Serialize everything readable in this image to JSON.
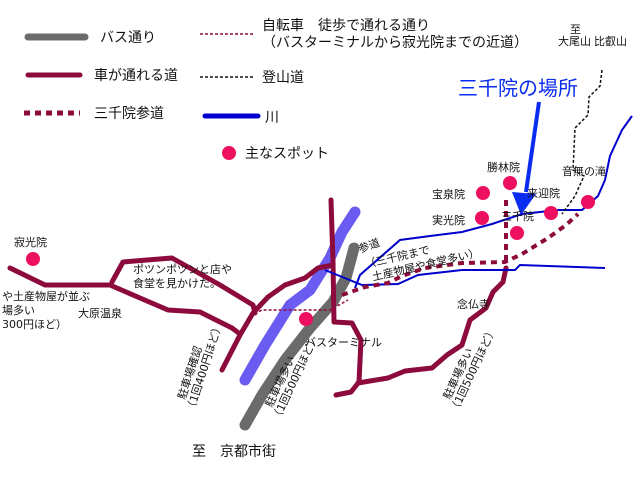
{
  "legend": {
    "bus_road": "バス通り",
    "car_road": "車が通れる道",
    "sando": "三千院参道",
    "bicycle_line1": "自転車　徒歩で通れる通り",
    "bicycle_line2": "（バスターミナルから寂光院までの近道）",
    "mountain_path": "登山道",
    "river": "川",
    "spot": "主なスポット"
  },
  "title": "三千院の場所",
  "directions": {
    "north_to": "至",
    "north_dest1": "大尾山",
    "north_dest2": "比叡山",
    "south": "至　京都市街"
  },
  "spots": {
    "jakkoin": "寂光院",
    "shorinin": "勝林院",
    "hosenin": "宝泉院",
    "raigoin": "来迎院",
    "jikkoin": "実光院",
    "sanzenin": "三千院",
    "otonashi": "音無の滝",
    "nenbutsuji": "念仏寺",
    "bus_terminal": "バスターミナル",
    "onsen": "大原温泉"
  },
  "notes": {
    "shops1": "ポツンポツンと店や",
    "shops2": "食堂を見かけた。",
    "west1": "や土産物屋が並ぶ",
    "west2": "場多い",
    "west3": "300円ほど）",
    "parking1_a": "駐車場確認",
    "parking1_b": "（1回400円ほど）",
    "parking2_a": "駐車場多い",
    "parking2_b": "（1回500円ほど）",
    "parking3_a": "駐車場多い",
    "parking3_b": "（1回500円ほど）",
    "sando_label": "参道",
    "sando_note1": "（三千院まで",
    "sando_note2": "土産物屋や食堂多い）"
  },
  "colors": {
    "bus": "#6b6b6b",
    "car": "#8c0b3c",
    "river": "#0000cc",
    "river_wide": "#6a5cf0",
    "spot": "#ee1060",
    "title": "#0a2cf0"
  }
}
